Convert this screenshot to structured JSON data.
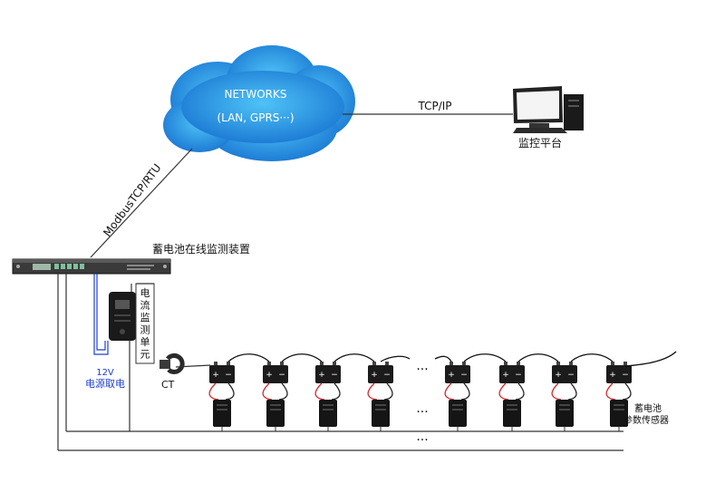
{
  "cloud": {
    "title": "NETWORKS",
    "subtitle": "(LAN, GPRS···)"
  },
  "links": {
    "tcp_ip": "TCP/IP",
    "modbus": "ModbusTCP/RTU"
  },
  "monitor": {
    "label": "监控平台"
  },
  "device": {
    "label": "蓄电池在线监测装置"
  },
  "current_unit": {
    "chars": [
      "电",
      "流",
      "监",
      "测",
      "单",
      "元"
    ]
  },
  "ct": {
    "label": "CT"
  },
  "power": {
    "voltage": "12V",
    "label": "电源取电"
  },
  "sensor": {
    "label_line1": "蓄电池",
    "label_line2": "参数传感器"
  },
  "ellipsis": "···",
  "terminals": {
    "plus": "+",
    "minus": "−"
  },
  "colors": {
    "power_wire": "#1f3fd0",
    "cloud": "#1e88e5",
    "battery": "#1b1b1b",
    "red_wire": "#d0282e",
    "wire": "#333333"
  }
}
